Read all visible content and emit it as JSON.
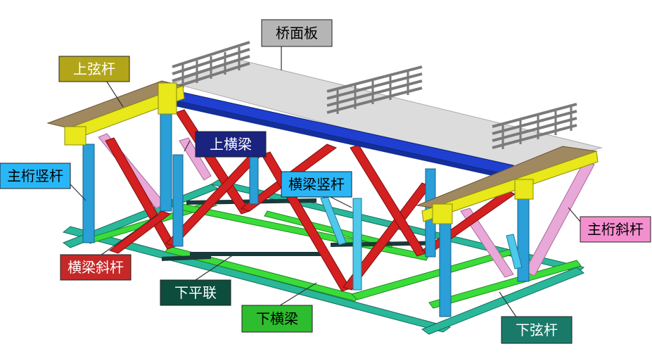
{
  "labels": {
    "deck": "桥面板",
    "upper_chord": "上弦杆",
    "upper_beam": "上横梁",
    "main_vertical": "主桁竖杆",
    "beam_vertical": "横梁竖杆",
    "main_diagonal": "主桁斜杆",
    "beam_diagonal": "横梁斜杆",
    "lower_bracing": "下平联",
    "lower_beam": "下横梁",
    "lower_chord": "下弦杆"
  },
  "colors": {
    "deck": "#dcdcdc",
    "railing": "#7a7a7a",
    "upper_chord": "#e8e81a",
    "upper_chord_top": "#a08860",
    "upper_beam": "#1f3fd0",
    "main_vertical": "#2a9fd8",
    "beam_vertical": "#4fc8ea",
    "main_diagonal": "#e8a8d8",
    "beam_diagonal": "#d42020",
    "lower_bracing": "#1a3a3a",
    "lower_beam": "#3adc3a",
    "lower_chord": "#2ab89a",
    "label_deck": "#b5b5b5",
    "label_upper_chord": "#b2a51a",
    "label_upper_beam": "#1a237e",
    "label_main_vertical": "#29b6f6",
    "label_beam_vertical": "#29b6f6",
    "label_main_diagonal": "#f48fcf",
    "label_beam_diagonal": "#c62828",
    "label_lower_bracing": "#0d4d3d",
    "label_lower_beam": "#2ebd2e",
    "label_lower_chord": "#1a7a6a"
  }
}
